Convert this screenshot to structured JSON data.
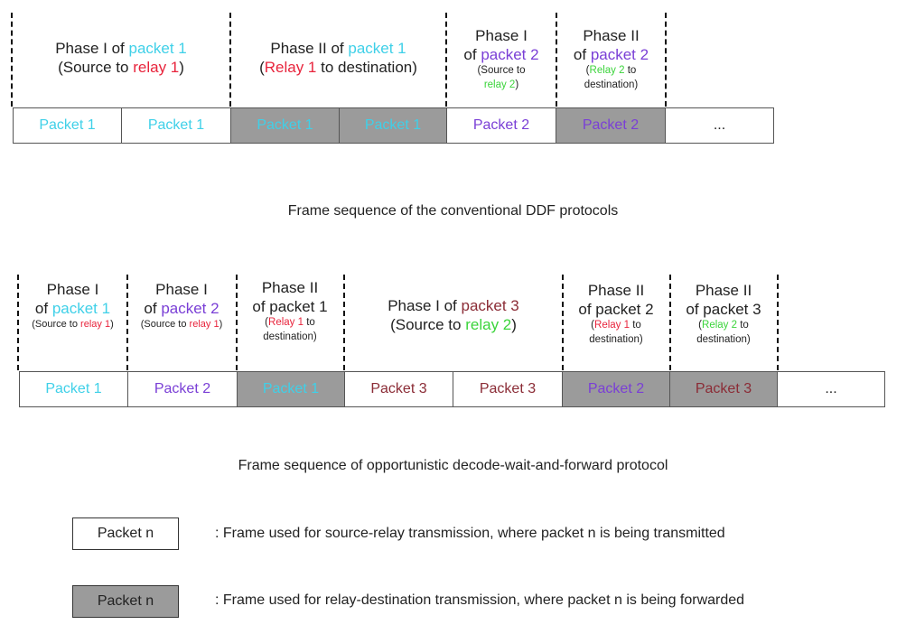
{
  "colors": {
    "packet1": "#3fd0e8",
    "packet2": "#7a3fd6",
    "packet3": "#8b2c36",
    "relay1": "#e8243c",
    "relay2": "#3bd43b",
    "forward_frame": "#9b9b9b"
  },
  "top": {
    "phases": [
      {
        "l1a": "Phase I of ",
        "l1b": "packet 1",
        "l2a": "(Source to ",
        "l2b": "relay 1",
        "l2c": ")"
      },
      {
        "l1a": "Phase II of ",
        "l1b": "packet 1",
        "l2a": "(",
        "l2b": "Relay 1",
        "l2c": " to destination)"
      },
      {
        "l1": "Phase I",
        "l2a": "of ",
        "l2b": "packet 2",
        "s1": "(Source to",
        "s2a": "",
        "s2b": "relay 2",
        "s2c": ")"
      },
      {
        "l1": "Phase II",
        "l2a": "of ",
        "l2b": "packet 2",
        "s1a": "(",
        "s1b": "Relay 2",
        "s1c": " to",
        "s2": "destination)"
      }
    ],
    "frames": [
      "Packet 1",
      "Packet 1",
      "Packet 1",
      "Packet 1",
      "Packet 2",
      "Packet 2",
      "..."
    ],
    "caption": "Frame sequence of the conventional DDF protocols"
  },
  "bottom": {
    "phases": [
      {
        "l1": "Phase I",
        "l2a": "of ",
        "l2b": "packet 1",
        "s1a": "(Source to ",
        "s1b": "relay 1",
        "s1c": ")"
      },
      {
        "l1": "Phase I",
        "l2a": "of ",
        "l2b": "packet 2",
        "s1a": "(Source to ",
        "s1b": "relay 1",
        "s1c": ")"
      },
      {
        "l1": "Phase II",
        "l2": "of packet 1",
        "s1a": "(",
        "s1b": "Relay 1",
        "s1c": " to",
        "s2": "destination)"
      },
      {
        "l1a": "Phase I of ",
        "l1b": "packet 3",
        "l2a": "(Source to ",
        "l2b": "relay 2",
        "l2c": ")"
      },
      {
        "l1": "Phase II",
        "l2": "of packet 2",
        "s1a": "(",
        "s1b": "Relay 1",
        "s1c": " to",
        "s2": "destination)"
      },
      {
        "l1": "Phase II",
        "l2": "of packet 3",
        "s1a": "(",
        "s1b": "Relay 2",
        "s1c": " to",
        "s2": "destination)"
      }
    ],
    "frames": [
      "Packet 1",
      "Packet 2",
      "Packet 1",
      "Packet 3",
      "Packet 3",
      "Packet 2",
      "Packet 3",
      "..."
    ],
    "caption": "Frame sequence of opportunistic decode-wait-and-forward protocol"
  },
  "legend": {
    "items": [
      {
        "box": "Packet n",
        "text": ": Frame used for source-relay transmission, where packet n is being transmitted"
      },
      {
        "box": "Packet n",
        "text": ": Frame used for relay-destination transmission, where packet n is being forwarded"
      }
    ]
  }
}
